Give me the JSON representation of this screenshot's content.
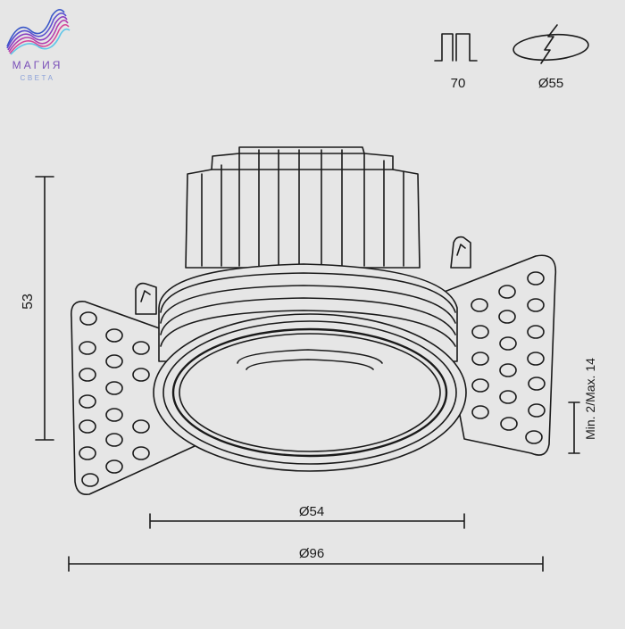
{
  "logo": {
    "name_text": "МАГИЯ",
    "tagline_text": "СВЕТА",
    "colors": [
      "#3a57c8",
      "#8a3ec0",
      "#d6489a",
      "#5fc6e8"
    ]
  },
  "icons": {
    "cutout_icon": "cutout-height-icon",
    "cutout_label": "70",
    "ceiling_icon": "ceiling-hole-icon",
    "ceiling_label": "Ø55"
  },
  "dimensions": {
    "height": "53",
    "inner_diameter": "Ø54",
    "outer_diameter": "Ø96",
    "ceiling_thickness": "Min. 2/Max. 14"
  },
  "colors": {
    "line": "#1a1a1a",
    "background": "#e6e6e6"
  }
}
